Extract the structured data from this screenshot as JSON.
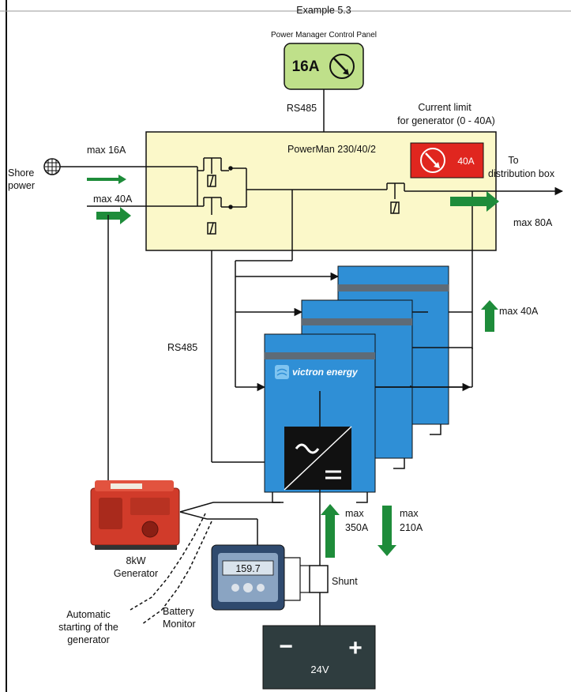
{
  "title": "Example 5.3",
  "control_panel": {
    "title": "Power Manager Control Panel",
    "value": "16A"
  },
  "rs485_top": "RS485",
  "rs485_left": "RS485",
  "current_limit": {
    "line1": "Current limit",
    "line2": "for generator (0 - 40A)",
    "value": "40A"
  },
  "powerman": {
    "name": "PowerMan 230/40/2"
  },
  "shore": {
    "line1": "Shore",
    "line2": "power",
    "limit": "max 16A"
  },
  "generator_input_limit": "max 40A",
  "distribution": {
    "line1": "To",
    "line2": "distribution box",
    "limit": "max 80A"
  },
  "inverter_limit": "max 40A",
  "brand": "victron energy",
  "battery_flow": {
    "charge": [
      "max",
      "350A"
    ],
    "discharge": [
      "max",
      "210A"
    ]
  },
  "shunt": "Shunt",
  "generator": {
    "line1": "8kW",
    "line2": "Generator"
  },
  "auto_start": {
    "line1": "Automatic",
    "line2": "starting of the",
    "line3": "generator"
  },
  "battery_monitor": {
    "line1": "Battery",
    "line2": "Monitor",
    "display": "159.7"
  },
  "battery": {
    "minus": "−",
    "plus": "+",
    "voltage": "24V"
  },
  "colors": {
    "panel_green": "#bfe08a",
    "powerman_fill": "#fbf8c9",
    "victron_blue": "#2f8fd6",
    "arrow_green": "#1e8c3a",
    "limit_red": "#e0261f",
    "battery_body": "#2f3d3f",
    "generator_red": "#d13b2a"
  }
}
